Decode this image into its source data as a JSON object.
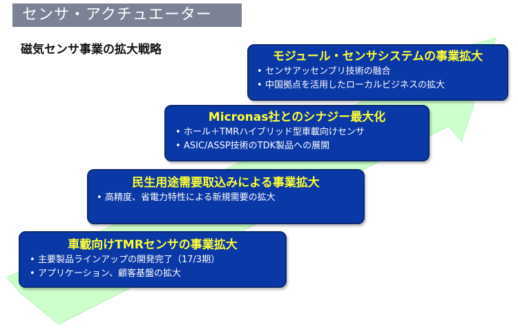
{
  "header": {
    "title": "センサ・アクチュエーター",
    "subtitle": "磁気センサ事業の拡大戦略"
  },
  "colors": {
    "title_bar_bg": "#7b8296",
    "box_bg": "#0a38a6",
    "heading_text": "#ffff33",
    "arrow_fill": "#ccffcc"
  },
  "steps": [
    {
      "heading": "車載向けTMRセンサの事業拡大",
      "bullets": [
        "主要製品ラインアップの開発完了（17/3期）",
        "アプリケーション、顧客基盤の拡大"
      ]
    },
    {
      "heading": "民生用途需要取込みによる事業拡大",
      "bullets": [
        "高精度、省電力特性による新規需要の拡大"
      ]
    },
    {
      "heading": "Micronas社とのシナジー最大化",
      "bullets": [
        "ホール＋TMRハイブリッド型車載向けセンサ",
        "ASIC/ASSP技術のTDK製品への展開"
      ]
    },
    {
      "heading": "モジュール・センサシステムの事業拡大",
      "bullets": [
        "センサアッセンブリ技術の融合",
        "中国拠点を活用したローカルビジネスの拡大"
      ]
    }
  ],
  "bullet_char": "•"
}
